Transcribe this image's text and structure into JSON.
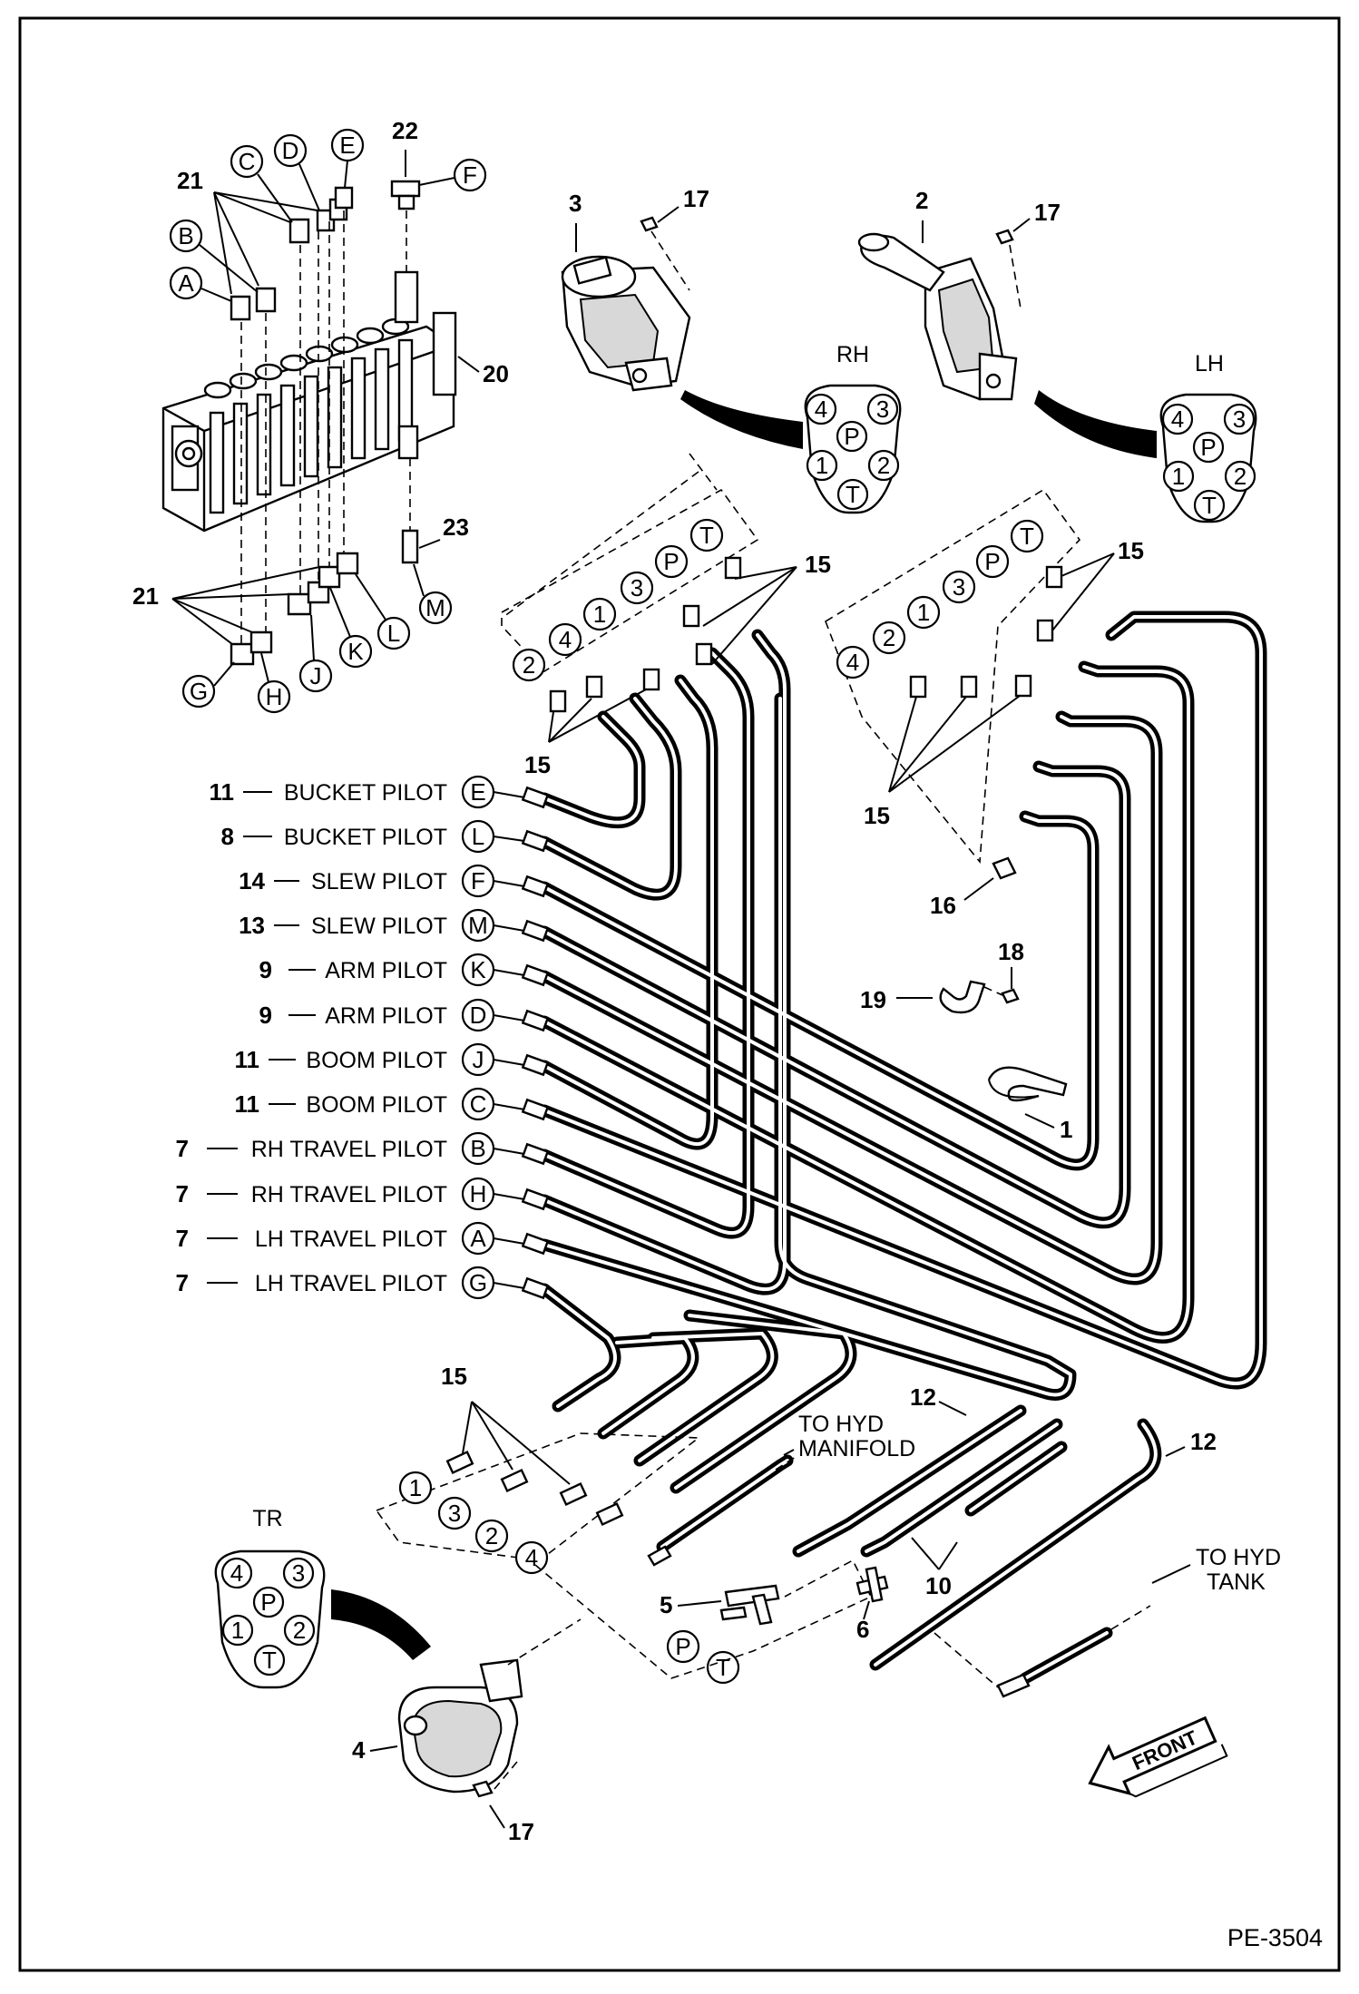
{
  "hose_labels": [
    {
      "num": "11",
      "text": "BUCKET PILOT",
      "letter": "E"
    },
    {
      "num": "8",
      "text": "BUCKET PILOT",
      "letter": "L"
    },
    {
      "num": "14",
      "text": "SLEW PILOT",
      "letter": "F"
    },
    {
      "num": "13",
      "text": "SLEW PILOT",
      "letter": "M"
    },
    {
      "num": "9",
      "text": "ARM PILOT",
      "letter": "K"
    },
    {
      "num": "9",
      "text": "ARM PILOT",
      "letter": "D"
    },
    {
      "num": "11",
      "text": "BOOM PILOT",
      "letter": "J"
    },
    {
      "num": "11",
      "text": "BOOM PILOT",
      "letter": "C"
    },
    {
      "num": "7",
      "text": "RH TRAVEL PILOT",
      "letter": "B"
    },
    {
      "num": "7",
      "text": "RH TRAVEL PILOT",
      "letter": "H"
    },
    {
      "num": "7",
      "text": "LH TRAVEL PILOT",
      "letter": "A"
    },
    {
      "num": "7",
      "text": "LH TRAVEL PILOT",
      "letter": "G"
    }
  ],
  "port_diagrams": {
    "rh": {
      "title": "RH",
      "ports": [
        "4",
        "3",
        "P",
        "1",
        "2",
        "T"
      ]
    },
    "lh": {
      "title": "LH",
      "ports": [
        "4",
        "3",
        "P",
        "1",
        "2",
        "T"
      ]
    },
    "tr": {
      "title": "TR",
      "ports": [
        "4",
        "3",
        "P",
        "1",
        "2",
        "T"
      ]
    }
  },
  "valve_letters": {
    "top": [
      "A",
      "B",
      "C",
      "D",
      "E",
      "F"
    ],
    "bottom": [
      "G",
      "H",
      "J",
      "K",
      "L",
      "M"
    ]
  },
  "callouts": {
    "valve": "20",
    "fittings_upper": "21",
    "fittings_lower": "21",
    "elbow": "22",
    "fitting_m": "23",
    "rh_joystick": "3",
    "lh_joystick": "2",
    "travel_control": "4",
    "bolt_rh": "17",
    "bolt_lh": "17",
    "bolt_tr": "17",
    "rh_fittings_a": "15",
    "rh_fittings_b": "15",
    "lh_fittings_a": "15",
    "lh_fittings_b": "15",
    "tr_fittings": "15",
    "lh_fitting_16": "16",
    "clamp_bolt": "18",
    "clamp": "19",
    "tie": "1",
    "hose_12a": "12",
    "hose_12b": "12",
    "tee": "5",
    "cross": "6",
    "hoses_10": "10"
  },
  "rh_block_ports": [
    "2",
    "4",
    "1",
    "3",
    "P",
    "T"
  ],
  "lh_block_ports": [
    "4",
    "2",
    "1",
    "3",
    "P",
    "T"
  ],
  "tr_block_ports": [
    "1",
    "3",
    "2",
    "4"
  ],
  "pt_ports": [
    "P",
    "T"
  ],
  "notes": {
    "manifold_line1": "TO HYD",
    "manifold_line2": "MANIFOLD",
    "tank_line1": "TO HYD",
    "tank_line2": "TANK",
    "front": "FRONT"
  },
  "figure_code": "PE-3504"
}
